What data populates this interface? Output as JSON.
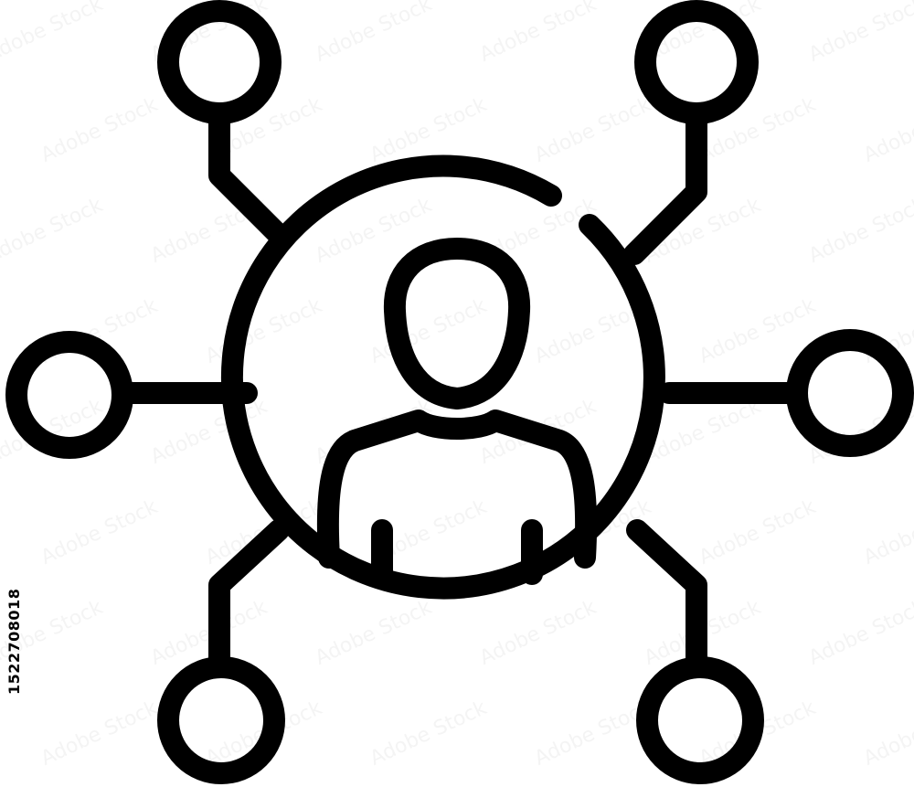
{
  "image": {
    "stock_id": "1522708018",
    "watermark_text": "Adobe Stock",
    "colors": {
      "stroke": "#000000",
      "background": "#ffffff",
      "watermark": "rgba(150,150,150,0.10)"
    },
    "icon": {
      "name": "network-person-icon",
      "node_count": 6
    }
  }
}
